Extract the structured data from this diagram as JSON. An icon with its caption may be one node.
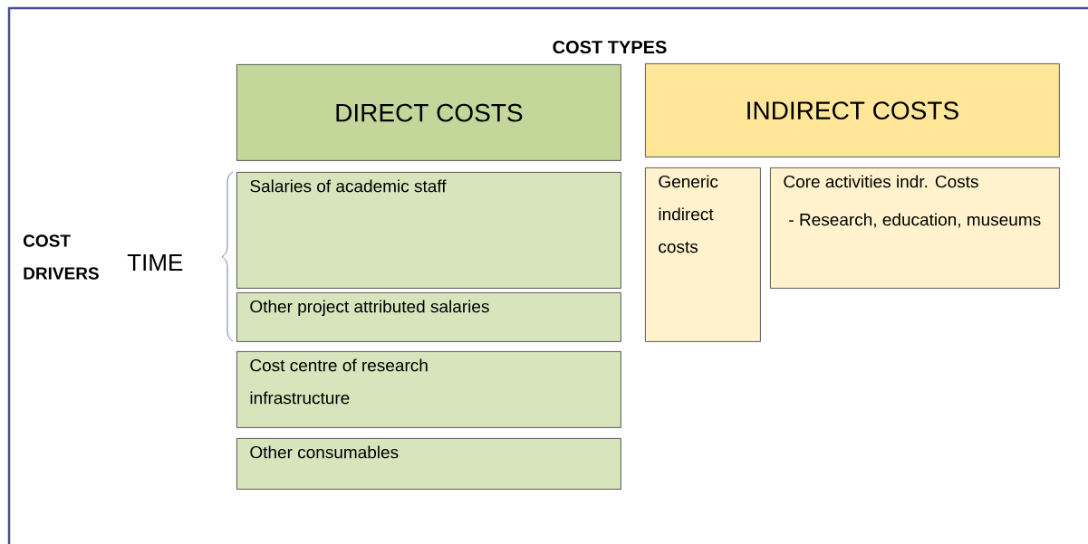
{
  "diagram": {
    "title": "COST TYPES",
    "nodes": [
      {
        "text": [
          "DIRECT COSTS"
        ]
      },
      {
        "text": [
          "INDIRECT COSTS"
        ]
      },
      {
        "text": [
          "Salaries of academic staff"
        ]
      },
      {
        "text": [
          "Other project attributed salaries"
        ]
      },
      {
        "text": [
          "Cost centre of research infrastructure"
        ]
      },
      {
        "text": [
          "Other consumables"
        ]
      },
      {
        "text": [
          "Generic indirect costs"
        ]
      },
      {
        "text": [
          "Core activities indr. Costs",
          "- Research, education, museums"
        ]
      }
    ],
    "labels": [
      "COST DRIVERS",
      "TIME"
    ]
  }
}
